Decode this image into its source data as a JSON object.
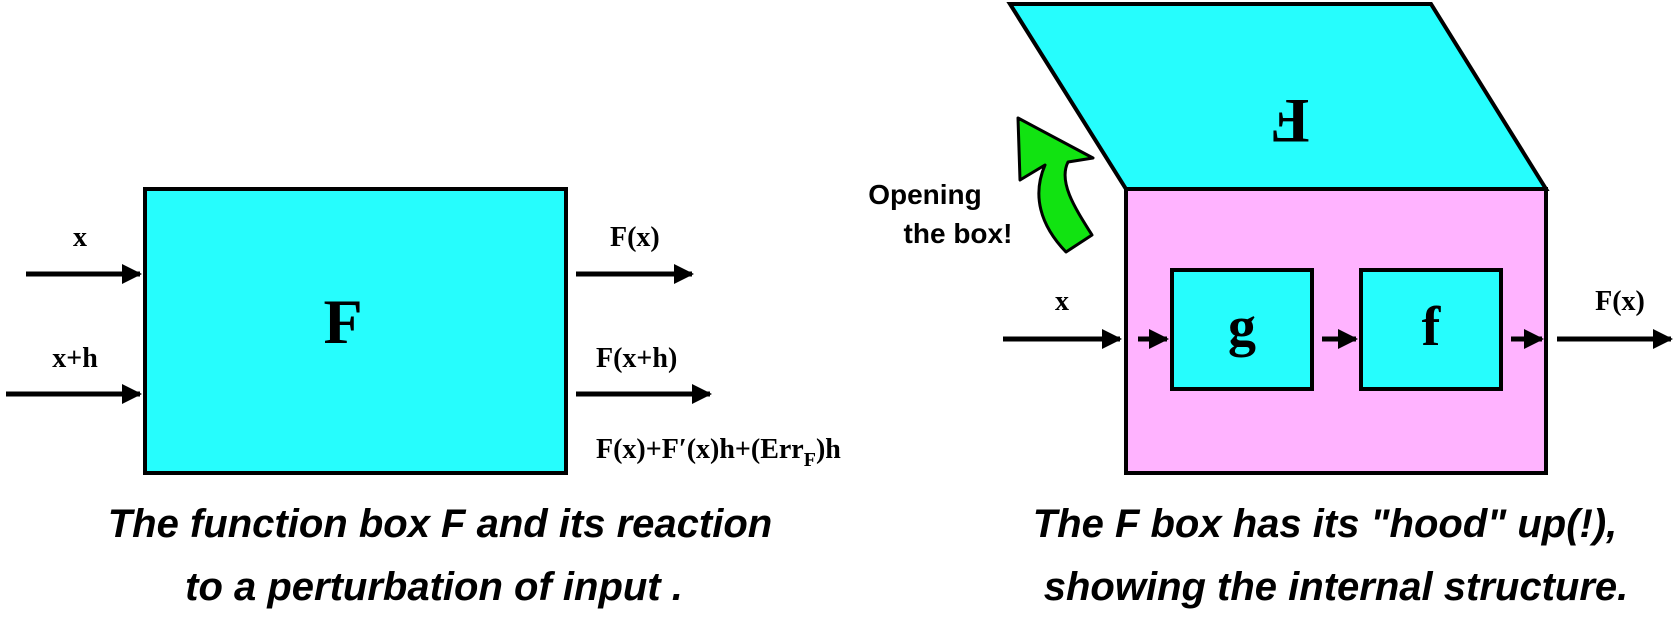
{
  "colors": {
    "box_fill": "#26fdfd",
    "inner_box_fill": "#ffb3ff",
    "arrow_green": "#11e311",
    "stroke": "#000000"
  },
  "left_diagram": {
    "box_label": "F",
    "input_top": "x",
    "input_bottom": "x+h",
    "output_top": "F(x)",
    "output_bottom": "F(x+h)",
    "expansion_parts": {
      "p1": "F(x)+F",
      "prime": "′",
      "p2": "(x)h+(Err",
      "sub": "F",
      "p3": ")h"
    },
    "caption_line1": "The function box F  and its reaction",
    "caption_line2": "to a perturbation of input ."
  },
  "right_diagram": {
    "lid_label": "F",
    "callout_line1": "Opening",
    "callout_line2": "the box!",
    "input": "x",
    "inner_box_g": "g",
    "inner_box_f": "f",
    "output": "F(x)",
    "caption_line1": "The  F box has its \"hood\"  up(!),",
    "caption_line2": "showing the internal structure."
  }
}
